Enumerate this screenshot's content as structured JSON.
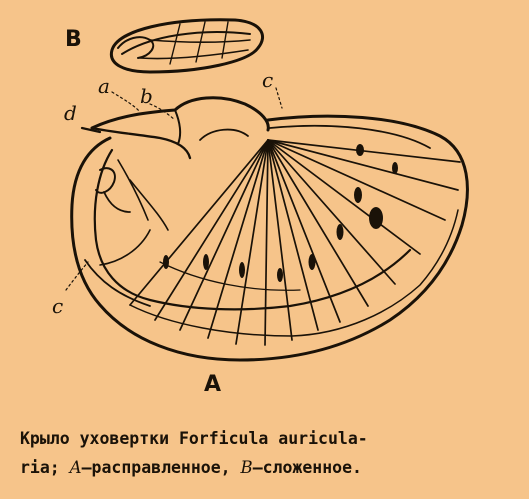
{
  "labels": {
    "B": "B",
    "a": "a",
    "b": "b",
    "c_top": "c",
    "d": "d",
    "c_left": "c",
    "A": "A"
  },
  "caption": {
    "line1": "Крыло уховертки Forficula auricula-",
    "line2_a": "ria; ",
    "line2_b": "A",
    "line2_c": "—расправленное, ",
    "line2_d": "B",
    "line2_e": "—сложенное."
  },
  "colors": {
    "background": "#f6c48a",
    "ink": "#1a1208"
  }
}
